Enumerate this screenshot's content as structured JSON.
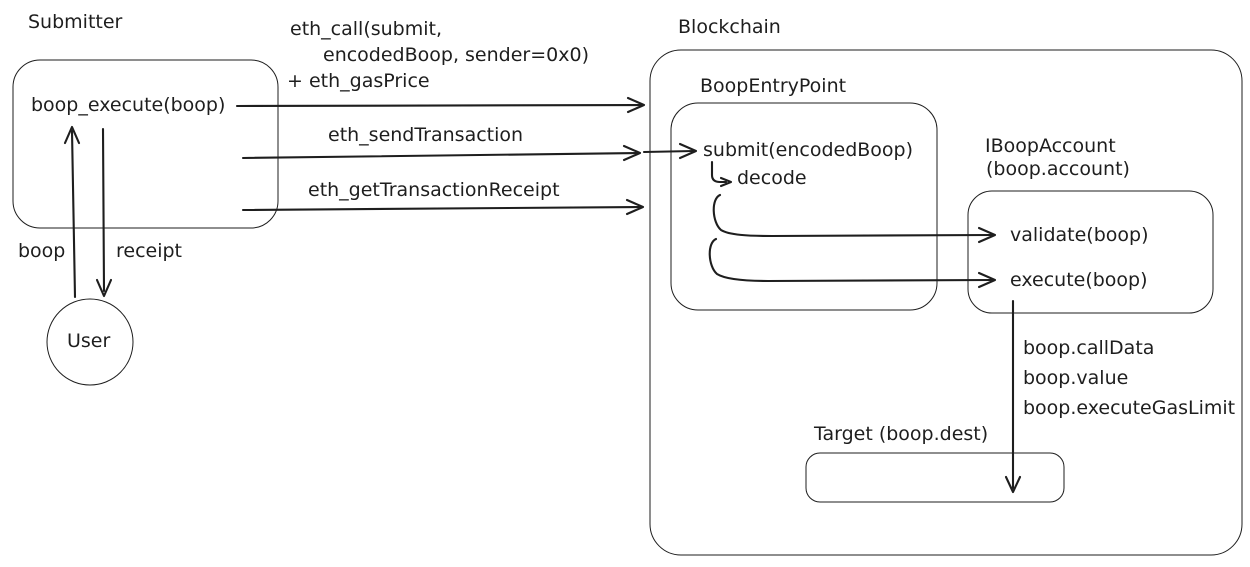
{
  "colors": {
    "stroke": "#1e1e1e",
    "background": "#ffffff"
  },
  "nodes": {
    "submitter": {
      "title": "Submitter",
      "method": "boop_execute(boop)"
    },
    "user": {
      "label": "User"
    },
    "blockchain": {
      "title": "Blockchain"
    },
    "entry_point": {
      "title": "BoopEntryPoint",
      "submit": "submit(encodedBoop)",
      "decode": "decode"
    },
    "account": {
      "title": "IBoopAccount",
      "subtitle": "(boop.account)",
      "validate": "validate(boop)",
      "execute": "execute(boop)"
    },
    "target": {
      "title": "Target (boop.dest)"
    }
  },
  "edges": {
    "eth_call": {
      "line1": "eth_call(submit,",
      "line2": "encodedBoop, sender=0x0)",
      "line3": "+ eth_gasPrice"
    },
    "eth_send_transaction": "eth_sendTransaction",
    "eth_get_transaction_receipt": "eth_getTransactionReceipt",
    "boop": "boop",
    "receipt": "receipt",
    "execute_params": {
      "line1": "boop.callData",
      "line2": "boop.value",
      "line3": "boop.executeGasLimit"
    }
  }
}
